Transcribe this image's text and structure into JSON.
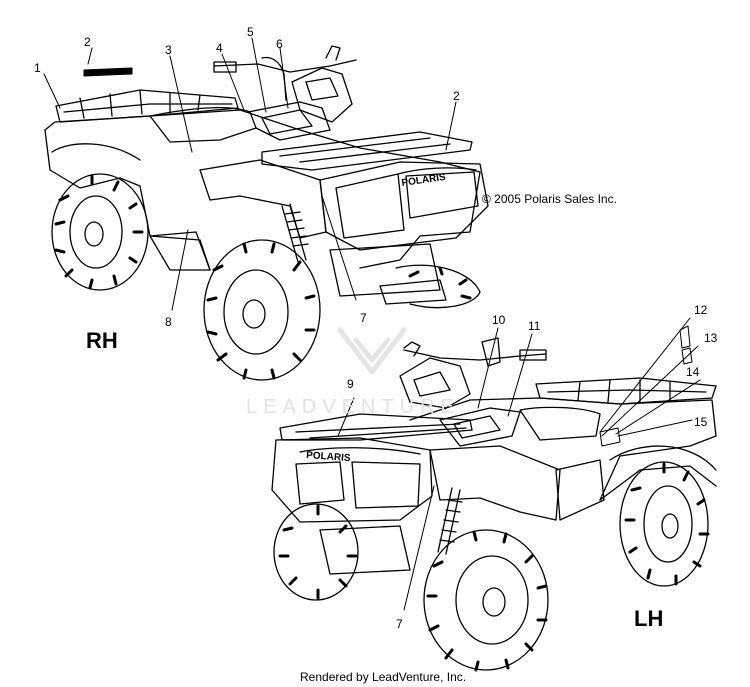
{
  "copyright": "© 2005 Polaris Sales Inc.",
  "footer": "Rendered by LeadVenture, Inc.",
  "watermark": "LEADVENTURE",
  "brand_text": "POLARIS",
  "views": {
    "rh": {
      "label": "RH"
    },
    "lh": {
      "label": "LH"
    }
  },
  "callouts": {
    "rh": [
      "1",
      "2",
      "3",
      "4",
      "5",
      "6",
      "2",
      "7",
      "8"
    ],
    "lh": [
      "9",
      "10",
      "11",
      "12",
      "13",
      "14",
      "15",
      "7"
    ]
  }
}
